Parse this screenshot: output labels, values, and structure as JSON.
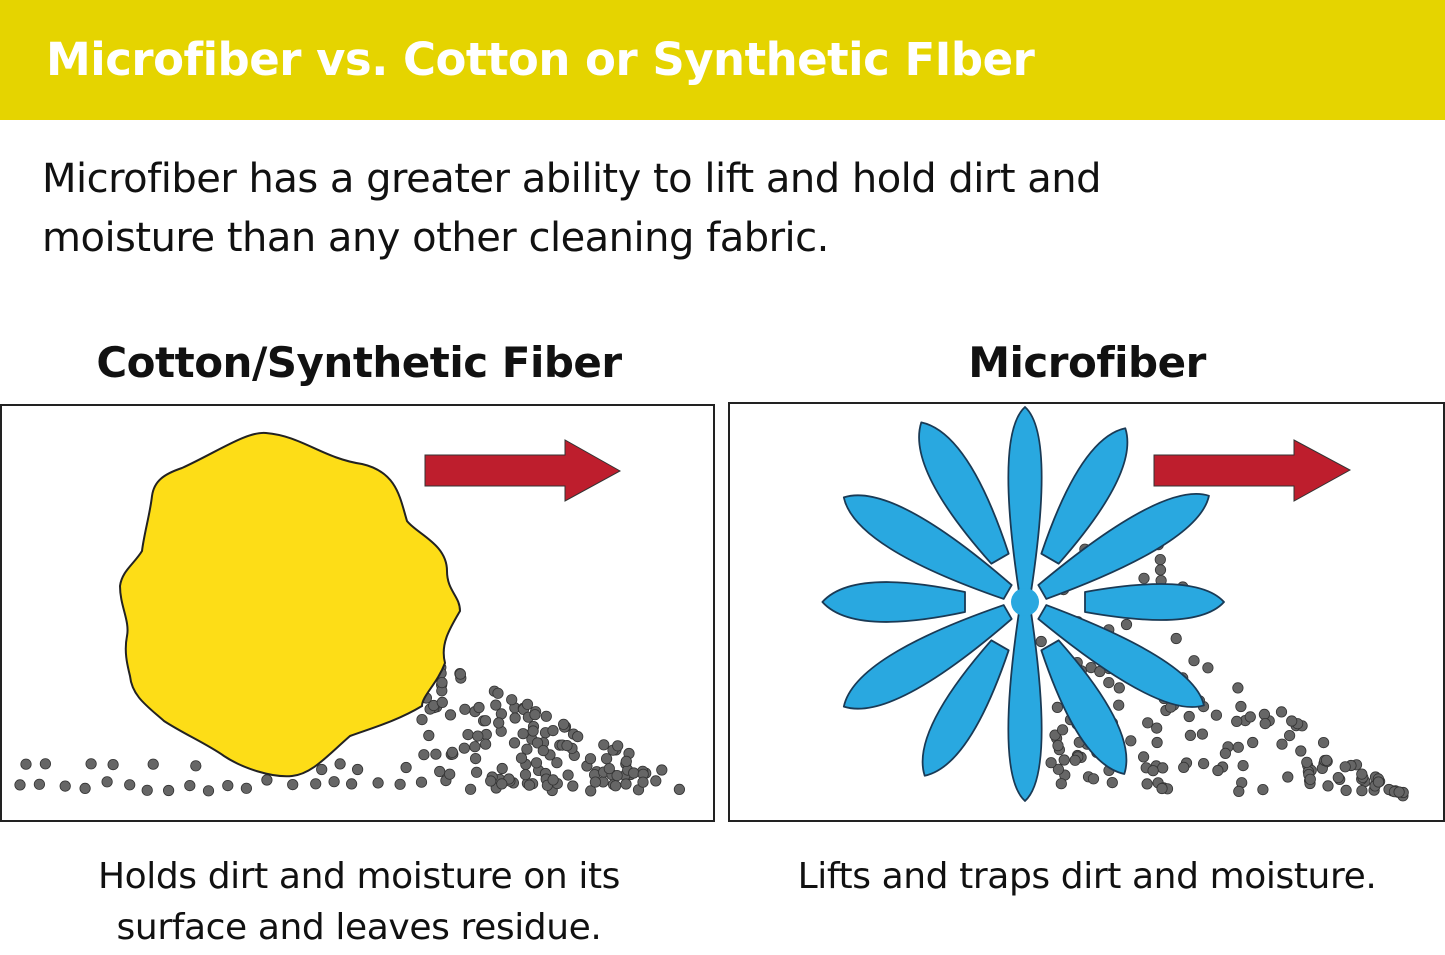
{
  "header": {
    "title": "Microfiber vs. Cotton or Synthetic FIber",
    "color": "#e5d400"
  },
  "intro": {
    "line1": "Microfiber has a greater ability to lift and hold dirt and",
    "line2": "moisture than any other cleaning fabric."
  },
  "panels": [
    {
      "title": "Cotton/Synthetic Fiber",
      "caption_line1": "Holds dirt and moisture on its",
      "caption_line2": "surface and leaves residue.",
      "fiber_color": "#fddd17",
      "fiber_icon": "cotton-blob-icon"
    },
    {
      "title": "Microfiber",
      "caption_line1": "Lifts and traps dirt and moisture.",
      "fiber_color": "#29a8e0",
      "fiber_icon": "microfiber-star-icon"
    }
  ],
  "colors": {
    "arrow": "#be1e2d",
    "dirt": "#666666"
  }
}
